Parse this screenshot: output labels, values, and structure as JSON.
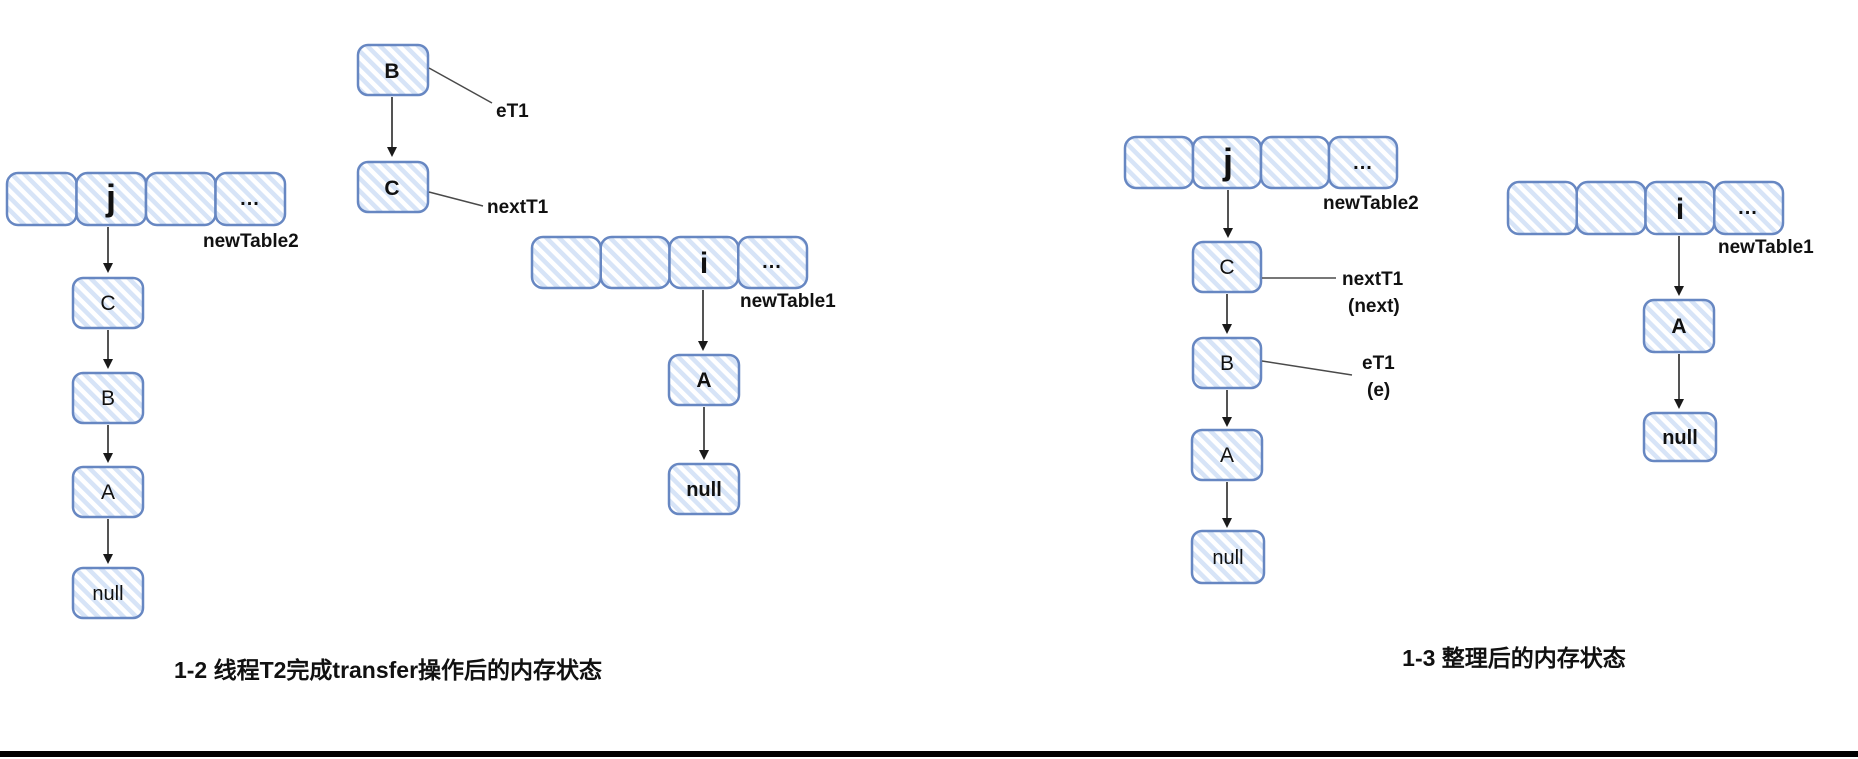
{
  "fig1": {
    "float_chain": {
      "b": "B",
      "c": "C",
      "e_label": "eT1",
      "next_label": "nextT1"
    },
    "table2": {
      "label": "newTable2",
      "cells": [
        "",
        "j",
        "",
        "..."
      ]
    },
    "chain_j": [
      "C",
      "B",
      "A",
      "null"
    ],
    "table1": {
      "label": "newTable1",
      "cells": [
        "",
        "",
        "i",
        "..."
      ]
    },
    "chain_i": [
      "A",
      "null"
    ],
    "caption": "1-2 线程T2完成transfer操作后的内存状态"
  },
  "fig2": {
    "table2": {
      "label": "newTable2",
      "cells": [
        "",
        "j",
        "",
        "..."
      ]
    },
    "chain_j": [
      "C",
      "B",
      "A",
      "null"
    ],
    "pointers": {
      "next_line1": "nextT1",
      "next_line2": "(next)",
      "e_line1": "eT1",
      "e_line2": "(e)"
    },
    "table1": {
      "label": "newTable1",
      "cells": [
        "",
        "",
        "i",
        "..."
      ]
    },
    "chain_i": [
      "A",
      "null"
    ],
    "caption": "1-3 整理后的内存状态"
  },
  "colors": {
    "box_border": "#6787c2",
    "box_stripe": "#d7e4f7",
    "line": "#1a1a1a"
  }
}
